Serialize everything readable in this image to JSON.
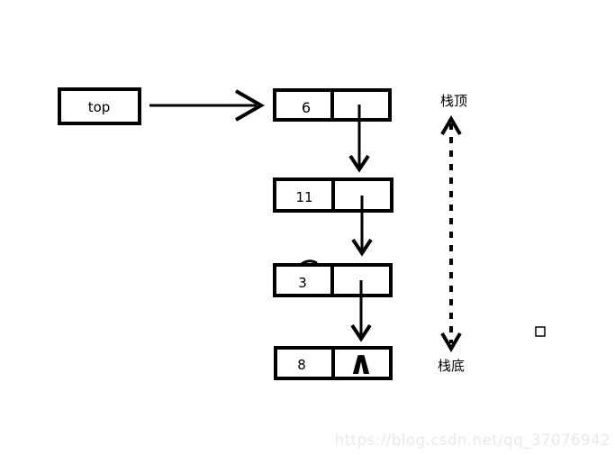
{
  "colors": {
    "ink": "#000000",
    "box_fill": "#ffffff",
    "background": "#ffffff",
    "watermark": "#e9e9e9"
  },
  "diagram": {
    "top_pointer_label": "top",
    "nodes": [
      {
        "value": "6",
        "pointer": ""
      },
      {
        "value": "11",
        "pointer": ""
      },
      {
        "value": "3",
        "pointer": ""
      },
      {
        "value": "8",
        "pointer": "∧"
      }
    ],
    "stack_top_label": "栈顶",
    "stack_bottom_label": "栈底"
  },
  "watermark": {
    "text": "https://blog.csdn.net/qq_37076942"
  }
}
